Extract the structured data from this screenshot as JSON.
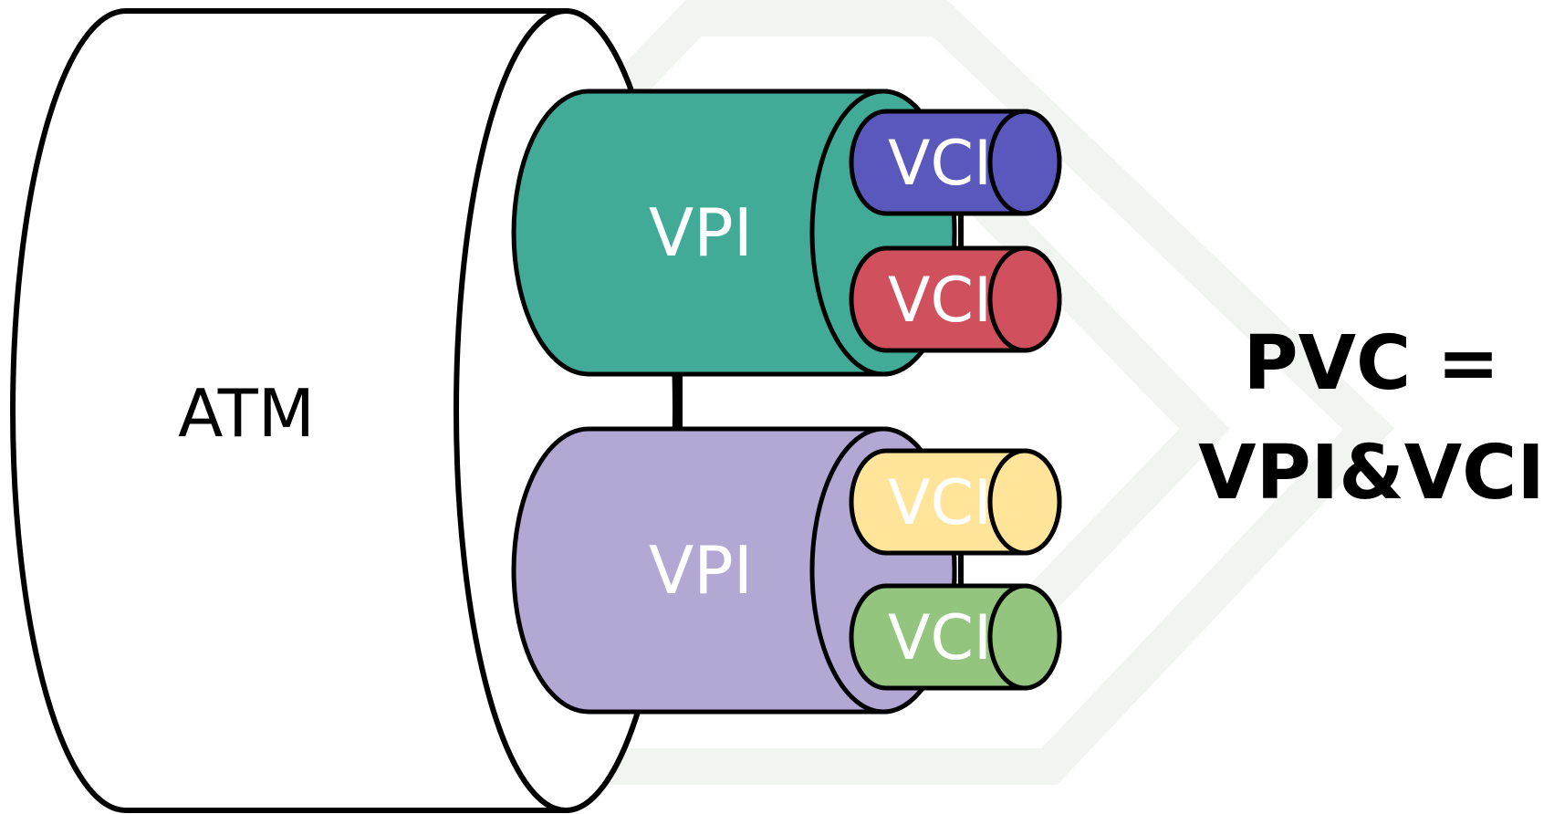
{
  "diagram": {
    "atm_label": "ATM",
    "vpi_groups": [
      {
        "label": "VPI",
        "color": "#41ab98",
        "vcis": [
          {
            "label": "VCI",
            "color": "#5b58bd"
          },
          {
            "label": "VCI",
            "color": "#d1505d"
          }
        ]
      },
      {
        "label": "VPI",
        "color": "#b3a7d4",
        "vcis": [
          {
            "label": "VCI",
            "color": "#ffe49a"
          },
          {
            "label": "VCI",
            "color": "#93c57e"
          }
        ]
      }
    ],
    "equation": {
      "line1": "PVC =",
      "line2": "VPI&VCI"
    },
    "outline_color": "#000000",
    "background_color": "#ffffff"
  }
}
